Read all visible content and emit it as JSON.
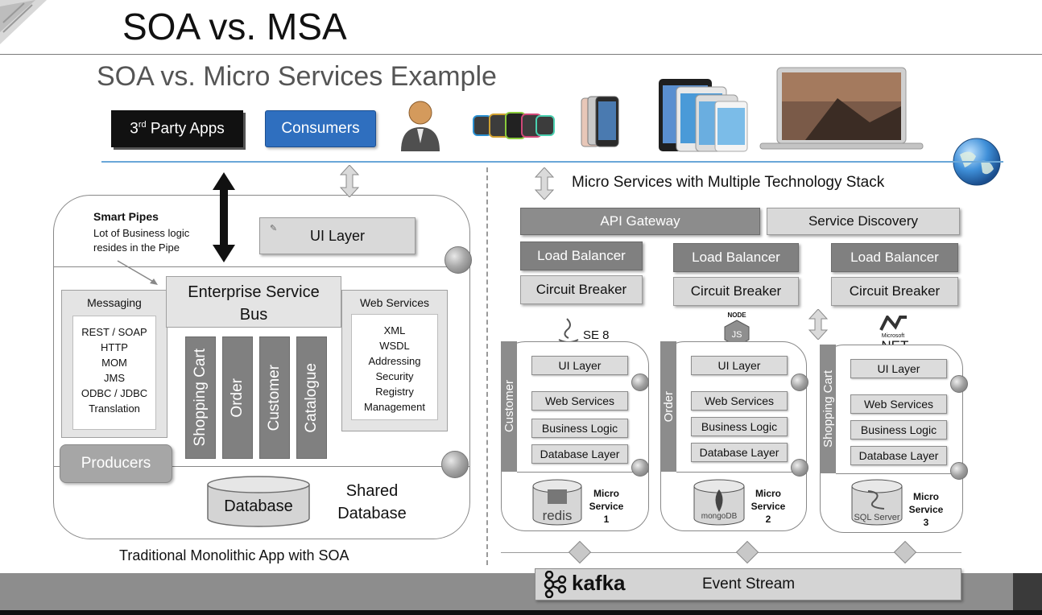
{
  "header": {
    "title": "SOA vs. MSA",
    "subtitle": "SOA vs. Micro Services Example"
  },
  "top_row": {
    "third_party_main": "3",
    "third_party_sup": "rd",
    "third_party_rest": " Party Apps",
    "consumers": "Consumers"
  },
  "soa": {
    "smart_pipes_title": "Smart Pipes",
    "smart_pipes_line1": "Lot of Business logic",
    "smart_pipes_line2": "resides in the Pipe",
    "ui_layer": "UI Layer",
    "esb_line1": "Enterprise Service",
    "esb_line2": "Bus",
    "messaging": {
      "title": "Messaging",
      "items": [
        "REST / SOAP",
        "HTTP",
        "MOM",
        "JMS",
        "ODBC / JDBC",
        "Translation"
      ]
    },
    "web_services": {
      "title": "Web Services",
      "items": [
        "XML",
        "WSDL",
        "Addressing",
        "Security",
        "Registry",
        "Management"
      ]
    },
    "bars": [
      "Shopping Cart",
      "Order",
      "Customer",
      "Catalogue"
    ],
    "producers": "Producers",
    "database": "Database",
    "shared_db_line1": "Shared",
    "shared_db_line2": "Database",
    "caption": "Traditional Monolithic App with SOA"
  },
  "msa": {
    "heading": "Micro Services with Multiple Technology Stack",
    "api_gateway": "API Gateway",
    "service_discovery": "Service Discovery",
    "load_balancer": "Load Balancer",
    "circuit_breaker": "Circuit Breaker",
    "services": [
      {
        "side": "Customer",
        "tech": "SE 8",
        "ui": "UI Layer",
        "ws": "Web Services",
        "bl": "Business Logic",
        "db": "Database Layer",
        "store": "redis",
        "micro": "Micro",
        "service": "Service",
        "num": "1"
      },
      {
        "side": "Order",
        "tech": "NODE",
        "ui": "UI Layer",
        "ws": "Web Services",
        "bl": "Business Logic",
        "db": "Database Layer",
        "store": "mongoDB",
        "micro": "Micro",
        "service": "Service",
        "num": "2"
      },
      {
        "side": "Shopping Cart",
        "tech_small": "Microsoft",
        "tech": ".NET",
        "ui": "UI Layer",
        "ws": "Web Services",
        "bl": "Business Logic",
        "db": "Database Layer",
        "store": "SQL Server",
        "micro": "Micro",
        "service": "Service",
        "num": "3"
      }
    ],
    "kafka": "kafka",
    "event_stream": "Event Stream"
  },
  "colors": {
    "dark_gray": "#808080",
    "light_gray": "#d9d9d9",
    "consumers_blue": "#2f6fbf",
    "rule_blue": "#6aa7d8"
  }
}
